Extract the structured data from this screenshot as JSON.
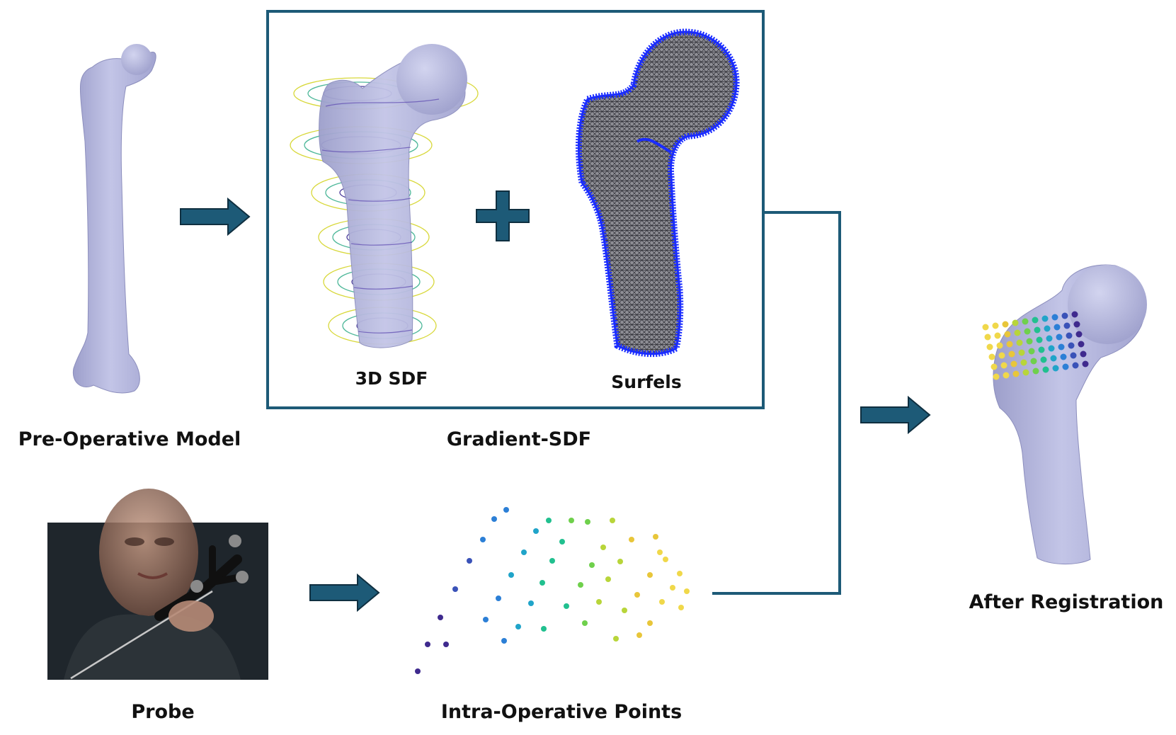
{
  "labels": {
    "pre_operative_model": "Pre-Operative Model",
    "gradient_sdf": "Gradient-SDF",
    "sdf_3d": "3D SDF",
    "surfels": "Surfels",
    "probe": "Probe",
    "intra_operative_points": "Intra-Operative Points",
    "after_registration": "After Registration"
  },
  "colors": {
    "arrow": "#1d5a77",
    "box_border": "#1d5a77",
    "bone": "#b4b6dc",
    "surfel_blue": "#1a2cff",
    "photo_bg": "#20272d"
  },
  "icons": {
    "arrow": "right-arrow-icon",
    "plus": "plus-icon"
  }
}
